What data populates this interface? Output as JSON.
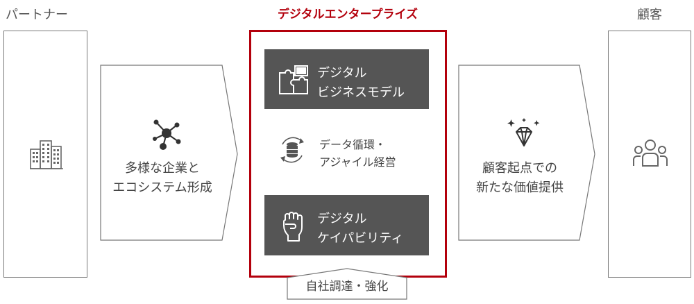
{
  "labels": {
    "partner": "パートナー",
    "enterprise_title": "デジタルエンタープライズ",
    "customer": "顧客"
  },
  "left_arrow": {
    "line1": "多様な企業と",
    "line2": "エコシステム形成",
    "icon": "network-nodes-icon"
  },
  "center": {
    "box1": {
      "line1": "デジタル",
      "line2": "ビジネスモデル",
      "icon": "puzzle-icon"
    },
    "middle": {
      "line1": "データ循環・",
      "line2": "アジャイル経営",
      "icon": "database-cycle-icon"
    },
    "box2": {
      "line1": "デジタル",
      "line2": "ケイパビリティ",
      "icon": "fist-icon"
    },
    "foundation": "自社調達・強化"
  },
  "right_arrow": {
    "line1": "顧客起点での",
    "line2": "新たな価値提供",
    "icon": "diamond-sparkle-icon"
  },
  "side_icons": {
    "partner": "buildings-icon",
    "customer": "people-group-icon"
  },
  "colors": {
    "accent": "#b3000c",
    "dark_box": "#555555",
    "line": "#777777"
  }
}
